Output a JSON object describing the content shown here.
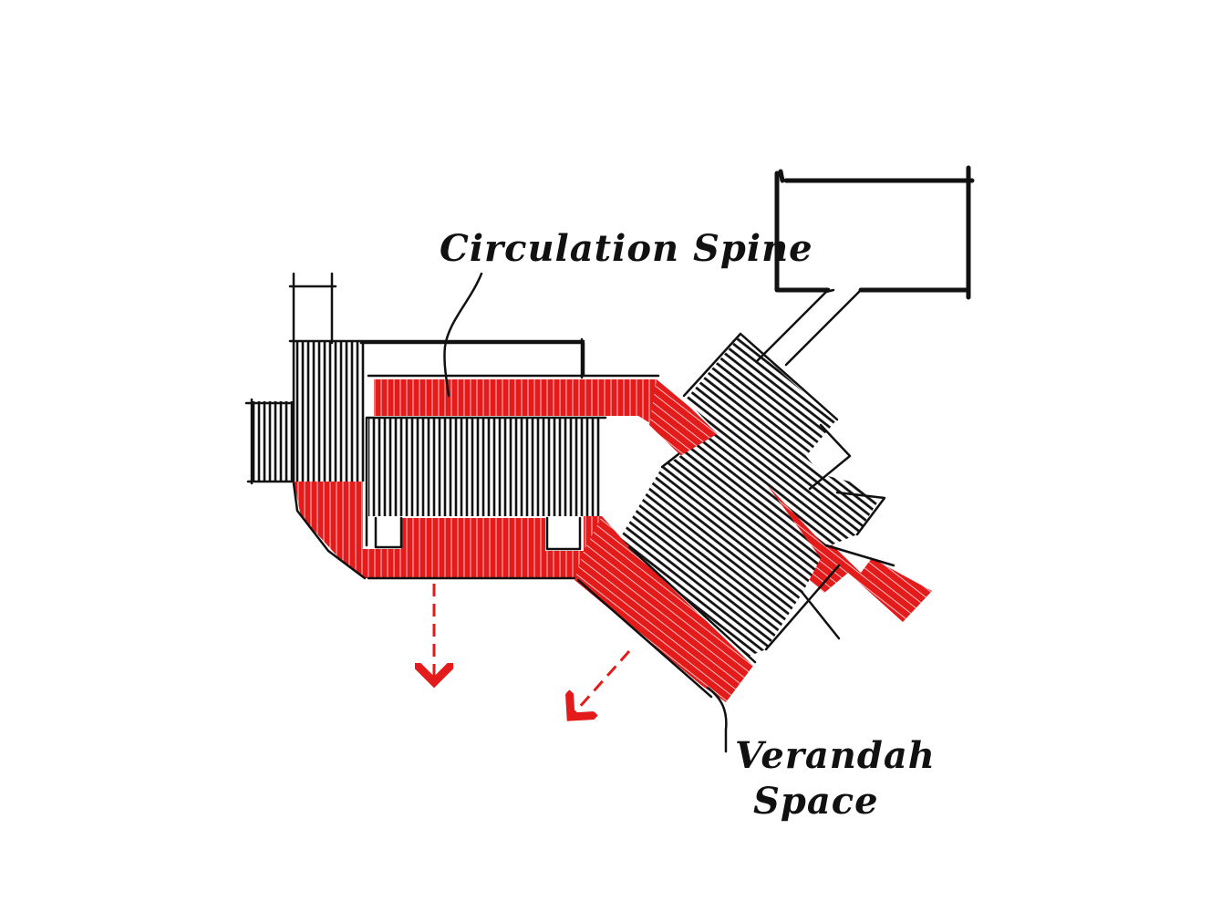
{
  "diagram": {
    "labels": {
      "circulation": "Circulation Spine",
      "verandah_line1": "Verandah",
      "verandah_line2": "Space"
    },
    "colors": {
      "ink": "#111111",
      "accent_red": "#e31b1b",
      "paper": "#ffffff"
    }
  }
}
